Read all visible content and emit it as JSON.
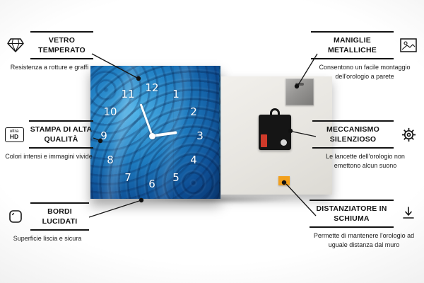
{
  "colors": {
    "clock_blue_light": "#4fb3e8",
    "clock_blue": "#1f7ec2",
    "clock_blue_dark": "#0a3a74",
    "foam_orange": "#f2a01d",
    "callout_line": "#161616",
    "mechanism_black": "#151515",
    "battery_red": "#cf3a2a"
  },
  "clock": {
    "numbers": [
      "1",
      "2",
      "3",
      "4",
      "5",
      "6",
      "7",
      "8",
      "9",
      "10",
      "11",
      "12"
    ]
  },
  "callouts": {
    "left": [
      {
        "icon": "diamond-icon",
        "title": "VETRO TEMPERATO",
        "desc": "Resistenza a rotture e graffi"
      },
      {
        "icon": "ultra-hd-icon",
        "icon_text_top": "ultra",
        "icon_text_bottom": "HD",
        "title": "STAMPA DI ALTA QUALITÀ",
        "desc": "Colori intensi e immagini vivide"
      },
      {
        "icon": "polished-edge-icon",
        "title": "BORDI LUCIDATI",
        "desc": "Superficie liscia e sicura"
      }
    ],
    "right": [
      {
        "icon": "picture-frame-icon",
        "title": "MANIGLIE METALLICHE",
        "desc": "Consentono un facile montaggio dell'orologio a parete"
      },
      {
        "icon": "gear-icon",
        "title": "MECCANISMO SILENZIOSO",
        "desc": "Le lancette dell'orologio non emettono alcun suono"
      },
      {
        "icon": "arrow-down-icon",
        "title": "DISTANZIATORE IN SCHIUMA",
        "desc": "Permette di mantenere l'orologio ad uguale distanza dal muro"
      }
    ]
  }
}
